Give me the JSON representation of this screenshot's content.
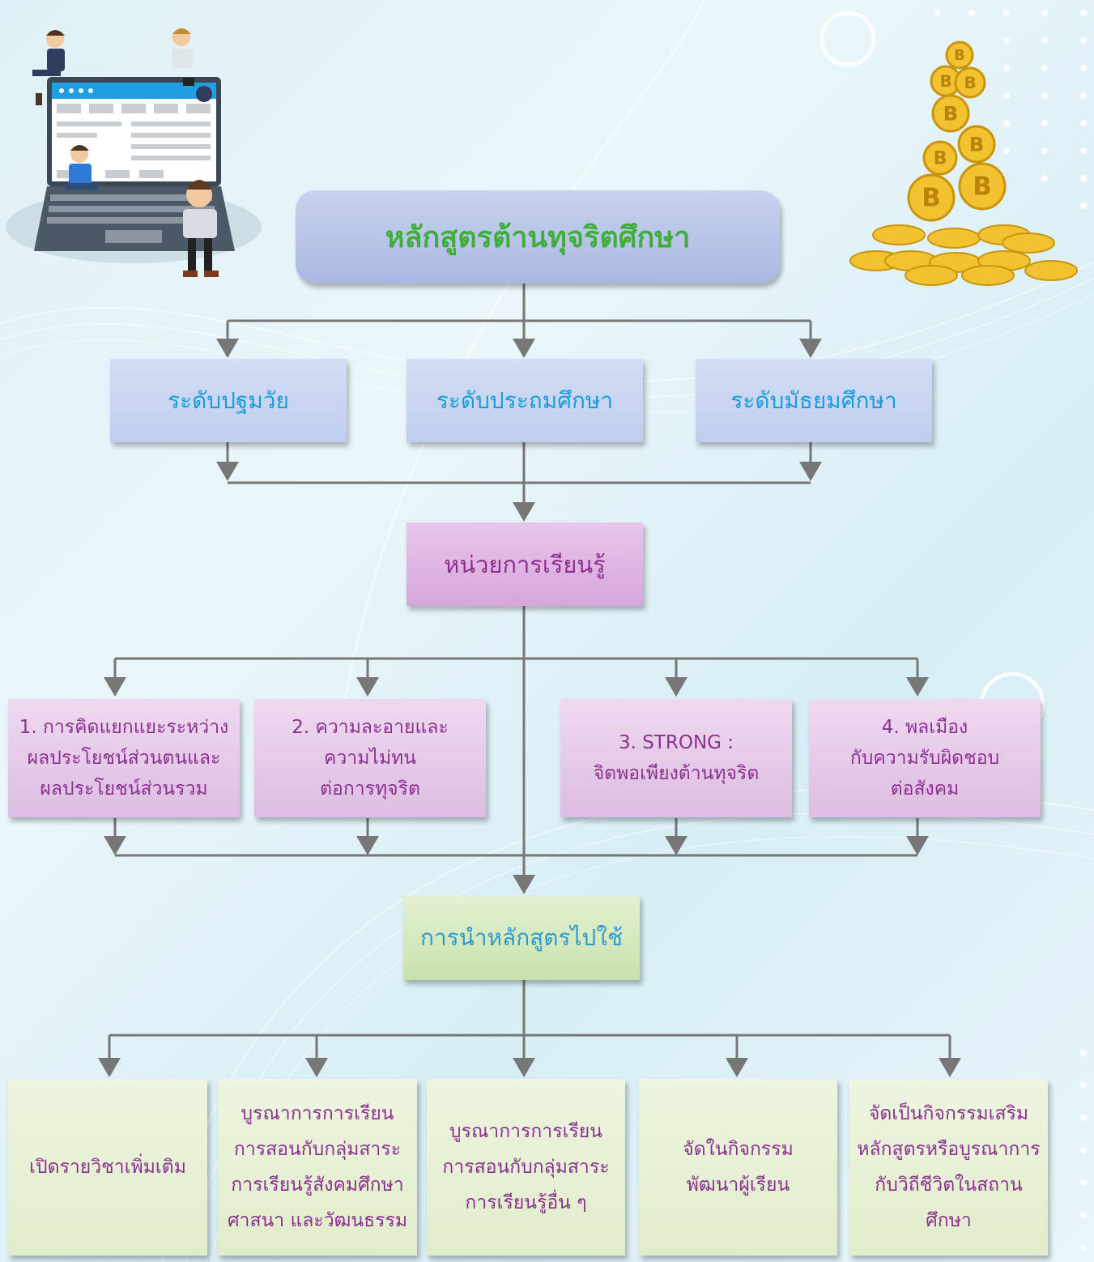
{
  "title": "หลักสูตรต้านทุจริตศึกษา",
  "levels": [
    "ระดับปฐมวัย",
    "ระดับประถมศึกษา",
    "ระดับมัธยมศึกษา"
  ],
  "learning_unit": "หน่วยการเรียนรู้",
  "topics": [
    [
      "1. การคิดแยกแยะระหว่าง",
      "ผลประโยชน์ส่วนตนและ",
      "ผลประโยชน์ส่วนรวม"
    ],
    [
      "2. ความละอายและ",
      "ความไม่ทน",
      "ต่อการทุจริต"
    ],
    [
      "3. STRONG :",
      "จิตพอเพียงต้านทุจริต"
    ],
    [
      "4. พลเมือง",
      "กับความรับผิดชอบ",
      "ต่อสังคม"
    ]
  ],
  "implementation": "การนำหลักสูตรไปใช้",
  "methods": [
    [
      "เปิดรายวิชาเพิ่มเติม"
    ],
    [
      "บูรณาการการเรียน",
      "การสอนกับกลุ่มสาระ",
      "การเรียนรู้สังคมศึกษา",
      "ศาสนา และวัฒนธรรม"
    ],
    [
      "บูรณาการการเรียน",
      "การสอนกับกลุ่มสาระ",
      "การเรียนรู้อื่น ๆ"
    ],
    [
      "จัดในกิจกรรม",
      "พัฒนาผู้เรียน"
    ],
    [
      "จัดเป็นกิจกรรมเสริม",
      "หลักสูตรหรือบูรณาการ",
      "กับวิถีชีวิตในสถาน",
      "ศึกษา"
    ]
  ],
  "coin_letter": "B",
  "colors": {
    "title_text": "#3fae3c",
    "level_text": "#1a9dd8",
    "unit_text": "#8e2f8e",
    "topic_text": "#8b3090",
    "apply_text": "#2b9bd1",
    "connector": "#777777",
    "coin": "#f2c230"
  }
}
